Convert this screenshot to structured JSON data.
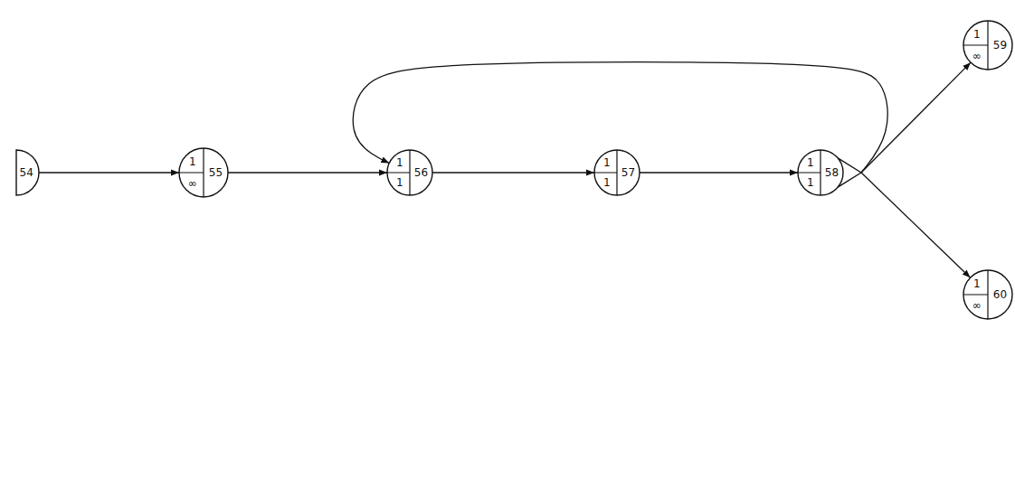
{
  "diagram": {
    "nodes": [
      {
        "text": [
          "54"
        ]
      },
      {
        "text": [
          "1",
          "∞",
          "55"
        ]
      },
      {
        "text": [
          "1",
          "1",
          "56"
        ]
      },
      {
        "text": [
          "1",
          "1",
          "57"
        ]
      },
      {
        "text": [
          "1",
          "1",
          "58"
        ]
      },
      {
        "text": [
          "1",
          "∞",
          "59"
        ]
      },
      {
        "text": [
          "1",
          "∞",
          "60"
        ]
      }
    ],
    "edges": [
      {
        "from": 0,
        "to": 1,
        "arrow": "to"
      },
      {
        "from": 1,
        "to": 2,
        "arrow": "to"
      },
      {
        "from": 2,
        "to": 3,
        "arrow": "to"
      },
      {
        "from": 3,
        "to": 4,
        "arrow": "to"
      },
      {
        "from": 4,
        "to": 2,
        "arrow": "to"
      },
      {
        "from": 4,
        "to": 5,
        "arrow": "to"
      },
      {
        "from": 4,
        "to": 6,
        "arrow": "to"
      }
    ]
  }
}
